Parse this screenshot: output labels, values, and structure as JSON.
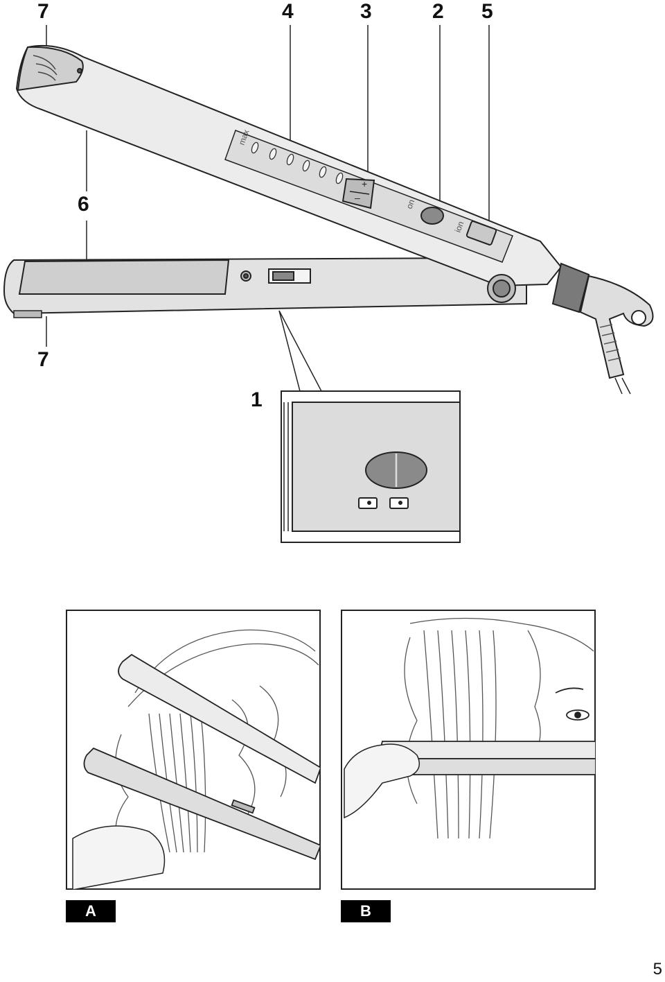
{
  "callouts": {
    "c7_top": "7",
    "c4": "4",
    "c3": "3",
    "c2": "2",
    "c5": "5",
    "c6": "6",
    "c7_bottom": "7",
    "c1": "1"
  },
  "device_labels": {
    "max": "max",
    "on": "on",
    "ion": "ion",
    "plus": "+",
    "minus": "–"
  },
  "panels": {
    "a": "A",
    "b": "B"
  },
  "page_number": "5",
  "colors": {
    "body_light": "#ececec",
    "body_mid": "#d6d6d6",
    "body_dark": "#a9a9a9",
    "plate": "#cfcfcf",
    "collar": "#7a7a7a",
    "outline": "#222222"
  }
}
